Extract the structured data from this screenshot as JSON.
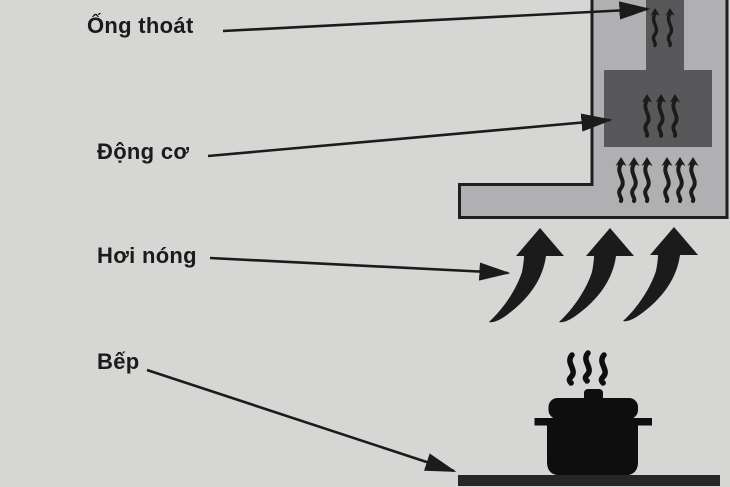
{
  "labels": {
    "exhaust_duct": "Ống thoát",
    "motor": "Động cơ",
    "hot_air": "Hơi nóng",
    "stove": "Bếp"
  },
  "icons": {
    "duct_steam": "steam-wavy-arrows-up x2",
    "motor_steam": "steam-wavy-arrows-up x3",
    "underhood_steam": "steam-wavy-arrows-up x6",
    "rising_heat": "curved-swoosh-arrows-up x3",
    "pot_steam": "steam-squiggles x3",
    "pot": "cooking-pot-silhouette",
    "pointers": "label-arrow x4"
  },
  "colors": {
    "background": "#d6d6d4",
    "hood_body": "#b0b0b2",
    "hood_outline": "#1f1f1f",
    "duct_motor": "#58585a",
    "ink": "#1b1b1b",
    "stove_bar": "#262626",
    "pot": "#0e0e0e"
  }
}
